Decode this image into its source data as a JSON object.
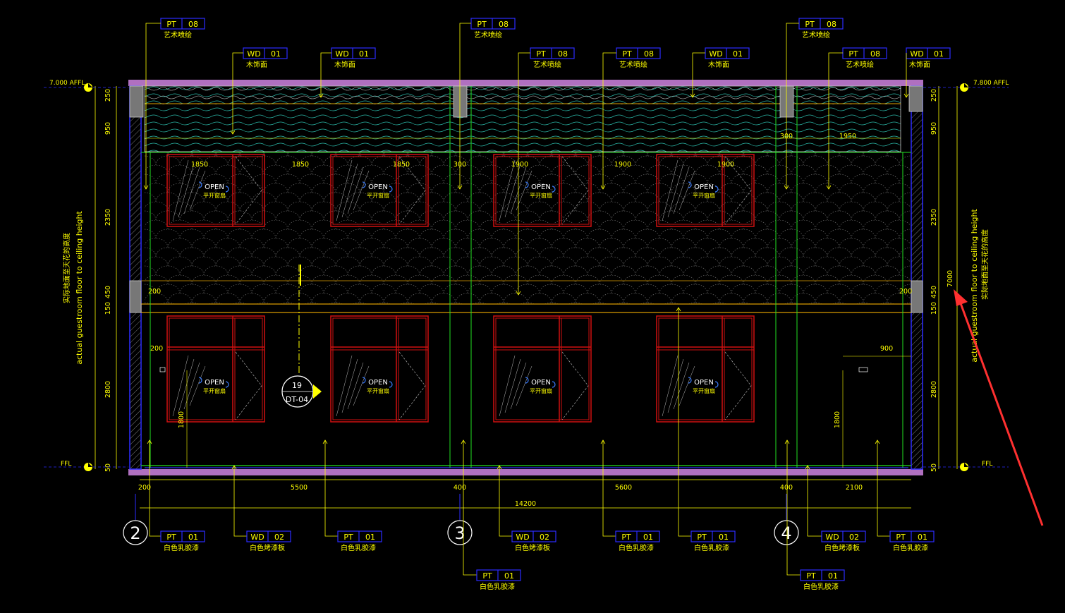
{
  "drawing": {
    "colors": {
      "background": "#000000",
      "dimension": "#ffff00",
      "wall_outline": "#2c2cff",
      "slab": "#b070c0",
      "window_frame": "#d01010",
      "column_line": "#22e022",
      "beam": "#e0a000",
      "wood_texture": "#2ab8a8",
      "pattern": "#9a9a9a",
      "annotation_arrow": "#ff3030"
    },
    "level_left_top": "7.000 AFFL",
    "level_right_top": "7.800 AFFL",
    "level_left_bottom": "FFL",
    "level_right_bottom": "FFL",
    "left_vertical_text_cn": "实际地面至天花的高度",
    "left_vertical_text_en": "actual guestroom floor to ceiling height",
    "right_vertical_text_cn": "实际地面至天花的高度",
    "right_vertical_text_en": "actual guestroom floor to ceiling height",
    "left_dims": [
      "250",
      "950",
      "2350",
      "450",
      "150",
      "2800",
      "50"
    ],
    "right_dims": [
      "250",
      "950",
      "2350",
      "450",
      "150",
      "2800",
      "50"
    ],
    "right_total": "7000",
    "top_tags": [
      {
        "code": "PT",
        "num": "08",
        "desc": "艺术喷绘"
      },
      {
        "code": "PT",
        "num": "08",
        "desc": "艺术喷绘"
      },
      {
        "code": "PT",
        "num": "08",
        "desc": "艺术喷绘"
      },
      {
        "code": "WD",
        "num": "01",
        "desc": "木饰面"
      },
      {
        "code": "WD",
        "num": "01",
        "desc": "木饰面"
      },
      {
        "code": "PT",
        "num": "08",
        "desc": "艺术喷绘"
      },
      {
        "code": "PT",
        "num": "08",
        "desc": "艺术喷绘"
      },
      {
        "code": "WD",
        "num": "01",
        "desc": "木饰面"
      },
      {
        "code": "PT",
        "num": "08",
        "desc": "艺术喷绘"
      },
      {
        "code": "WD",
        "num": "01",
        "desc": "木饰面"
      }
    ],
    "bottom_tags": [
      {
        "code": "PT",
        "num": "01",
        "desc": "白色乳胶漆"
      },
      {
        "code": "WD",
        "num": "02",
        "desc": "白色烤漆板"
      },
      {
        "code": "PT",
        "num": "01",
        "desc": "白色乳胶漆"
      },
      {
        "code": "WD",
        "num": "02",
        "desc": "白色烤漆板"
      },
      {
        "code": "PT",
        "num": "01",
        "desc": "白色乳胶漆"
      },
      {
        "code": "PT",
        "num": "01",
        "desc": "白色乳胶漆"
      },
      {
        "code": "WD",
        "num": "02",
        "desc": "白色烤漆板"
      },
      {
        "code": "PT",
        "num": "01",
        "desc": "白色乳胶漆"
      },
      {
        "code": "PT",
        "num": "01",
        "desc": "白色乳胶漆"
      },
      {
        "code": "PT",
        "num": "01",
        "desc": "白色乳胶漆"
      }
    ],
    "bottom_dims": [
      "200",
      "5500",
      "400",
      "5600",
      "400",
      "2100"
    ],
    "total_width": "14200",
    "grid_labels": [
      "2",
      "3",
      "4"
    ],
    "upper_dims": [
      "1850",
      "1850",
      "1850",
      "300",
      "1900",
      "1900",
      "1900",
      "300",
      "1950"
    ],
    "window_open_label": "OPEN",
    "window_sub_label": "平开窗扇",
    "side_dims": {
      "left_200": "200",
      "right_200": "200",
      "left_200b": "200",
      "right_900": "900",
      "left_1800": "1800",
      "right_1800": "1800"
    },
    "section_marker": {
      "number": "19",
      "sheet": "DT-04"
    }
  }
}
